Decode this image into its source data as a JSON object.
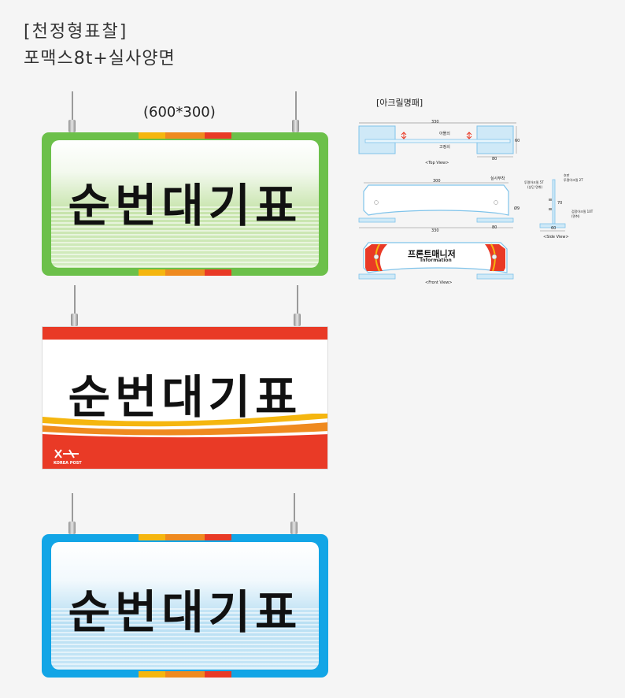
{
  "header": {
    "title": "[천정형표찰]",
    "subtitle": "포맥스8t+실사양면"
  },
  "size_label": "(600*300)",
  "signs": [
    {
      "text": "순번대기표",
      "color": "#6cc04a"
    },
    {
      "text": "순번대기표",
      "color": "#e93a26",
      "logo_text": "KOREA POST"
    },
    {
      "text": "순번대기표",
      "color": "#12a5e6"
    }
  ],
  "accent_colors": [
    "#f5b60f",
    "#ef8a1f",
    "#e93a26"
  ],
  "acrylic": {
    "title": "[아크릴명패]",
    "top_view": {
      "width": "330",
      "depth": "60",
      "base": "80",
      "label1": "아몰쇠",
      "label2": "고정쇠",
      "caption": "<Top View>"
    },
    "front_detail": {
      "width": "300",
      "overall": "330",
      "base": "80",
      "hole": "Ø9",
      "label": "실사부착"
    },
    "side_view": {
      "label_top": "호판",
      "label_acrylic": "투명아크릴 2T",
      "label_acrylic_5t": "투명아크릴 5T",
      "label_acrylic_5t_sub": "(상단 면취)",
      "height": "70",
      "base": "60",
      "label_base": "검정아크릴 10T",
      "label_base_sub": "(면취)",
      "caption": "<Side View>"
    },
    "front_view": {
      "text": "프론트매니저",
      "sub": "Information",
      "caption": "<Front View>"
    }
  }
}
